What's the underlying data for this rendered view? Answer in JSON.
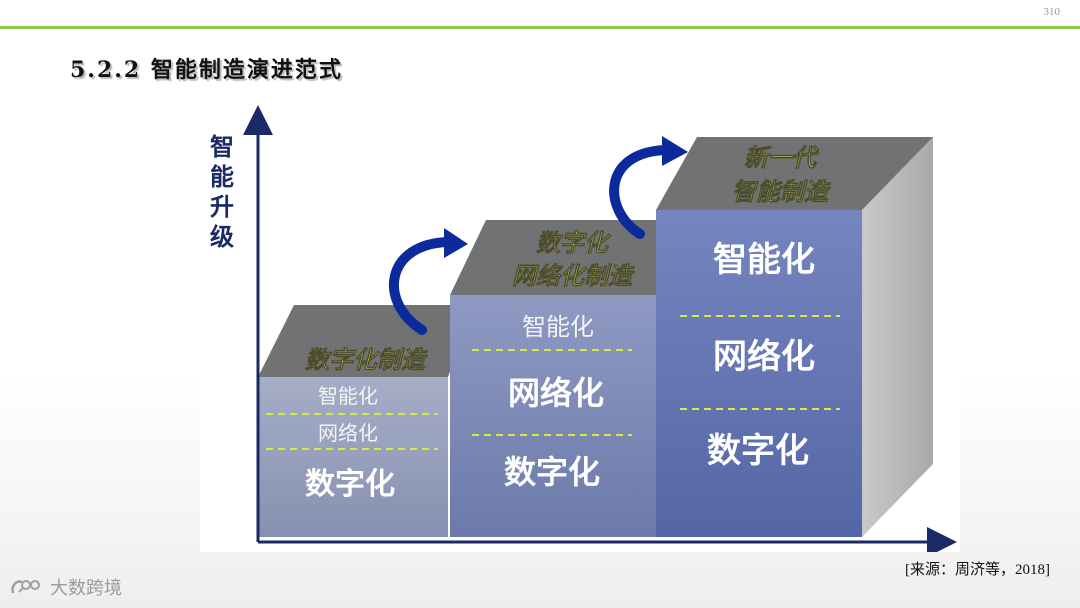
{
  "page_number": "310",
  "title": "5.2.2 智能制造演进范式",
  "source": "[来源：周济等，2018]",
  "watermark": {
    "text": "大数跨境",
    "logo_icon": "bigdata-logo-icon"
  },
  "figure": {
    "y_axis_label": [
      "智",
      "能",
      "升",
      "级"
    ],
    "stages": [
      {
        "title_lines": [
          "数字化制造"
        ],
        "layers": [
          "智能化",
          "网络化",
          "数字化"
        ]
      },
      {
        "title_lines": [
          "数字化",
          "网络化制造"
        ],
        "layers": [
          "智能化",
          "网络化",
          "数字化"
        ]
      },
      {
        "title_lines": [
          "新一代",
          "智能制造"
        ],
        "layers": [
          "智能化",
          "网络化",
          "数字化"
        ]
      }
    ],
    "colors": {
      "axis": "#1b2a66",
      "title_text": "#f3f55a",
      "top_face": "#707274",
      "arrow": "#0d2a9c",
      "dash": "#d6e84c"
    }
  }
}
